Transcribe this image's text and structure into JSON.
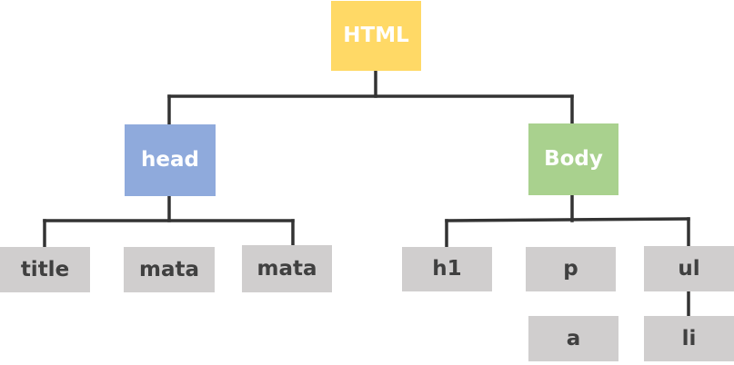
{
  "diagram": {
    "nodes": {
      "html": {
        "label": "HTML"
      },
      "head": {
        "label": "head"
      },
      "body": {
        "label": "Body"
      },
      "title": {
        "label": "title"
      },
      "meta1": {
        "label": "mata"
      },
      "meta2": {
        "label": "mata"
      },
      "h1": {
        "label": "h1"
      },
      "p": {
        "label": "p"
      },
      "ul": {
        "label": "ul"
      },
      "a": {
        "label": "a"
      },
      "li": {
        "label": "li"
      }
    },
    "colors": {
      "root": "#ffd966",
      "head": "#8faadc",
      "body": "#a9d18e",
      "leaf": "#d0cece",
      "connector": "#333333",
      "leaf_text": "#404040",
      "branch_text": "#ffffff"
    }
  }
}
